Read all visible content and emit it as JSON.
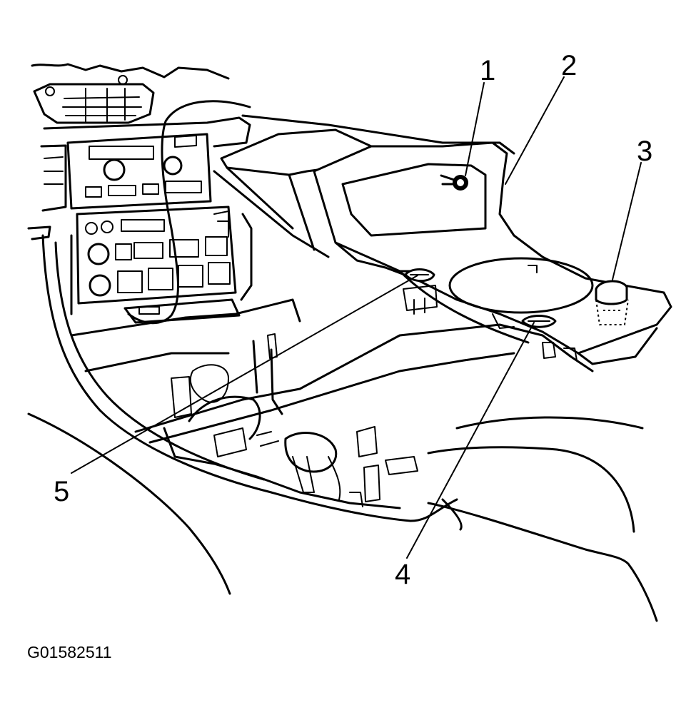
{
  "figure": {
    "code": "G01582511"
  },
  "callouts": [
    {
      "id": "1",
      "label": "1"
    },
    {
      "id": "2",
      "label": "2"
    },
    {
      "id": "3",
      "label": "3"
    },
    {
      "id": "4",
      "label": "4"
    },
    {
      "id": "5",
      "label": "5"
    }
  ],
  "colors": {
    "ink": "#000000",
    "paper": "#ffffff"
  }
}
